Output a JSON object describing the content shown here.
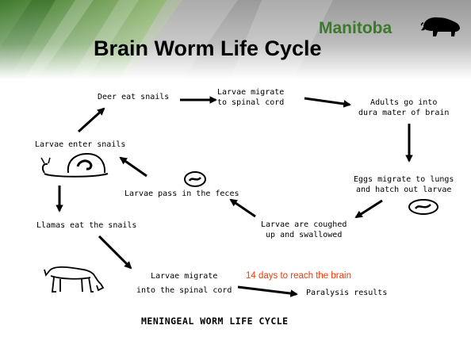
{
  "slide": {
    "title": "Brain Worm Life Cycle",
    "brand": "Manitoba",
    "note": "14 days to reach the brain",
    "footer": "MENINGEAL WORM LIFE CYCLE"
  },
  "nodes": {
    "deer_eat_snails": "Deer eat snails",
    "larvae_migrate_spinal_1": "Larvae migrate",
    "larvae_migrate_spinal_2": "to spinal cord",
    "adults_dura_1": "Adults go into",
    "adults_dura_2": "dura mater of brain",
    "larvae_enter_snails": "Larvae enter snails",
    "eggs_lungs_1": "Eggs migrate to lungs",
    "eggs_lungs_2": "and hatch out larvae",
    "larvae_feces": "Larvae pass in the feces",
    "llamas_eat": "Llamas eat the snails",
    "coughed_1": "Larvae are coughed",
    "coughed_2": "up and swallowed",
    "llama_spinal_1": "Larvae migrate",
    "llama_spinal_2": "into the spinal cord",
    "paralysis": "Paralysis results"
  },
  "colors": {
    "title": "#000000",
    "brand": "#3a7a2a",
    "note": "#ff3300",
    "header_green": "#3d7a2c",
    "header_gray": "#8a8a8a"
  },
  "icons": [
    "bison-icon",
    "snail-icon",
    "larva-icon",
    "llama-icon"
  ]
}
